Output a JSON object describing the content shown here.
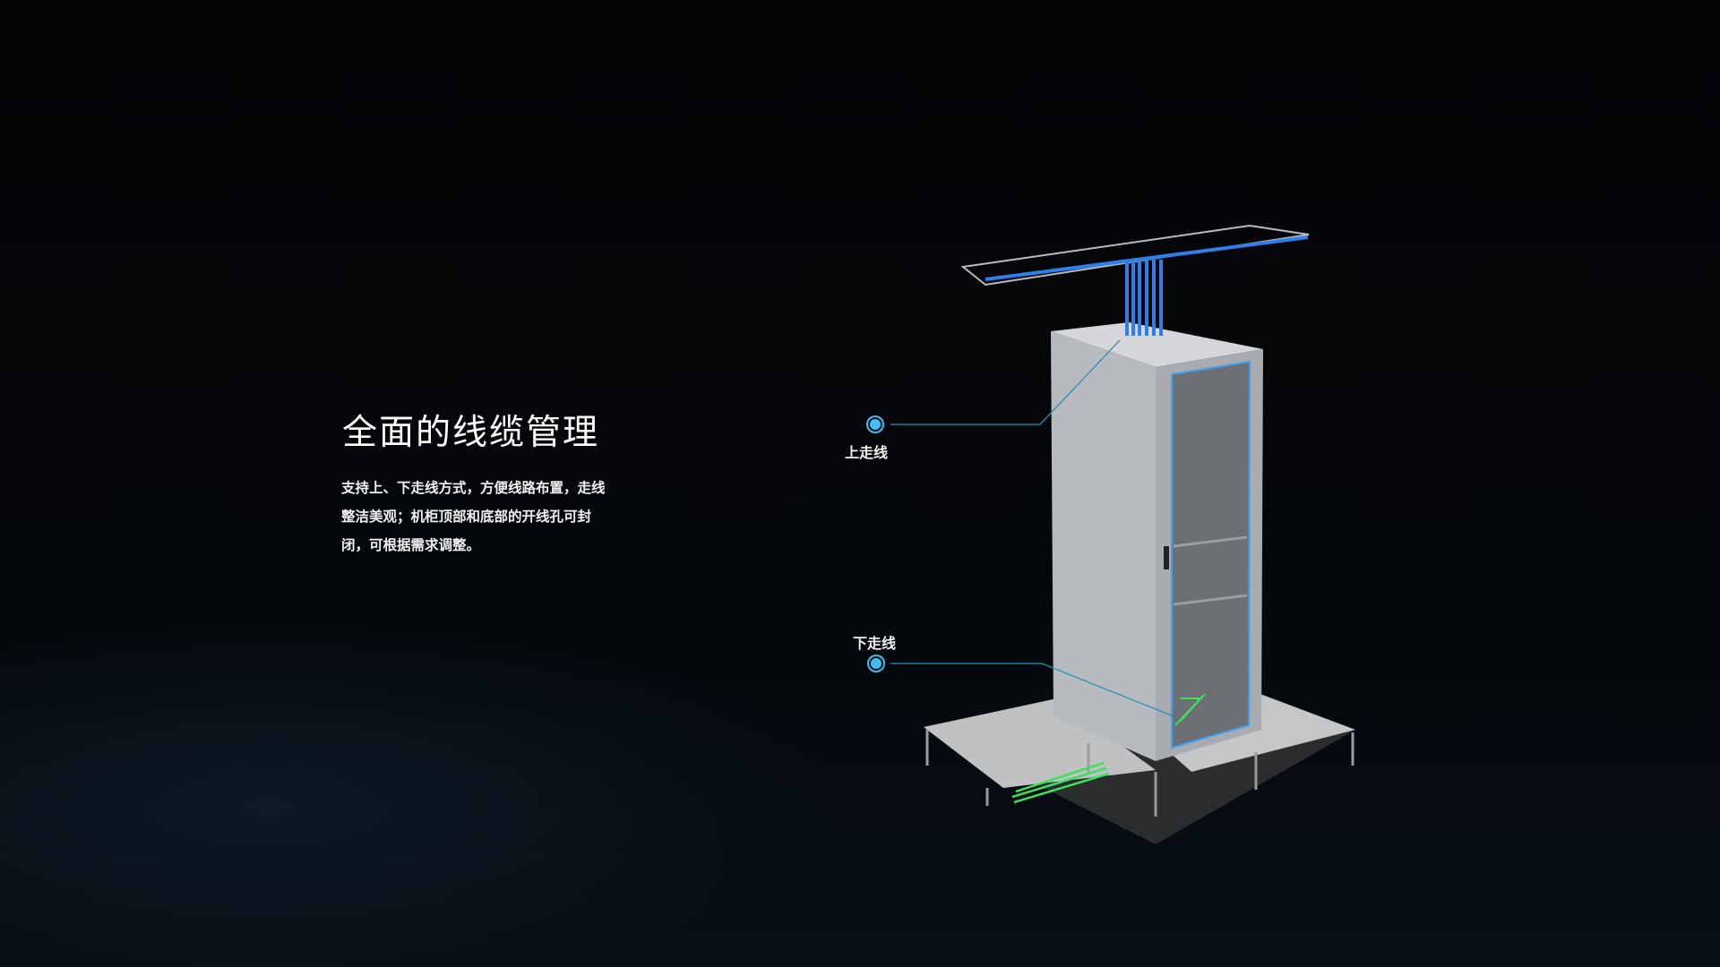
{
  "section": {
    "title": "全面的线缆管理",
    "description": "支持上、下走线方式，方便线路布置，走线整洁美观；机柜顶部和底部的开线孔可封闭，可根据需求调整。"
  },
  "callouts": [
    {
      "label": "上走线"
    },
    {
      "label": "下走线"
    }
  ],
  "colors": {
    "accent": "#3fbef5",
    "cable_blue": "#2f7fe8",
    "cable_green": "#3ee05a"
  }
}
